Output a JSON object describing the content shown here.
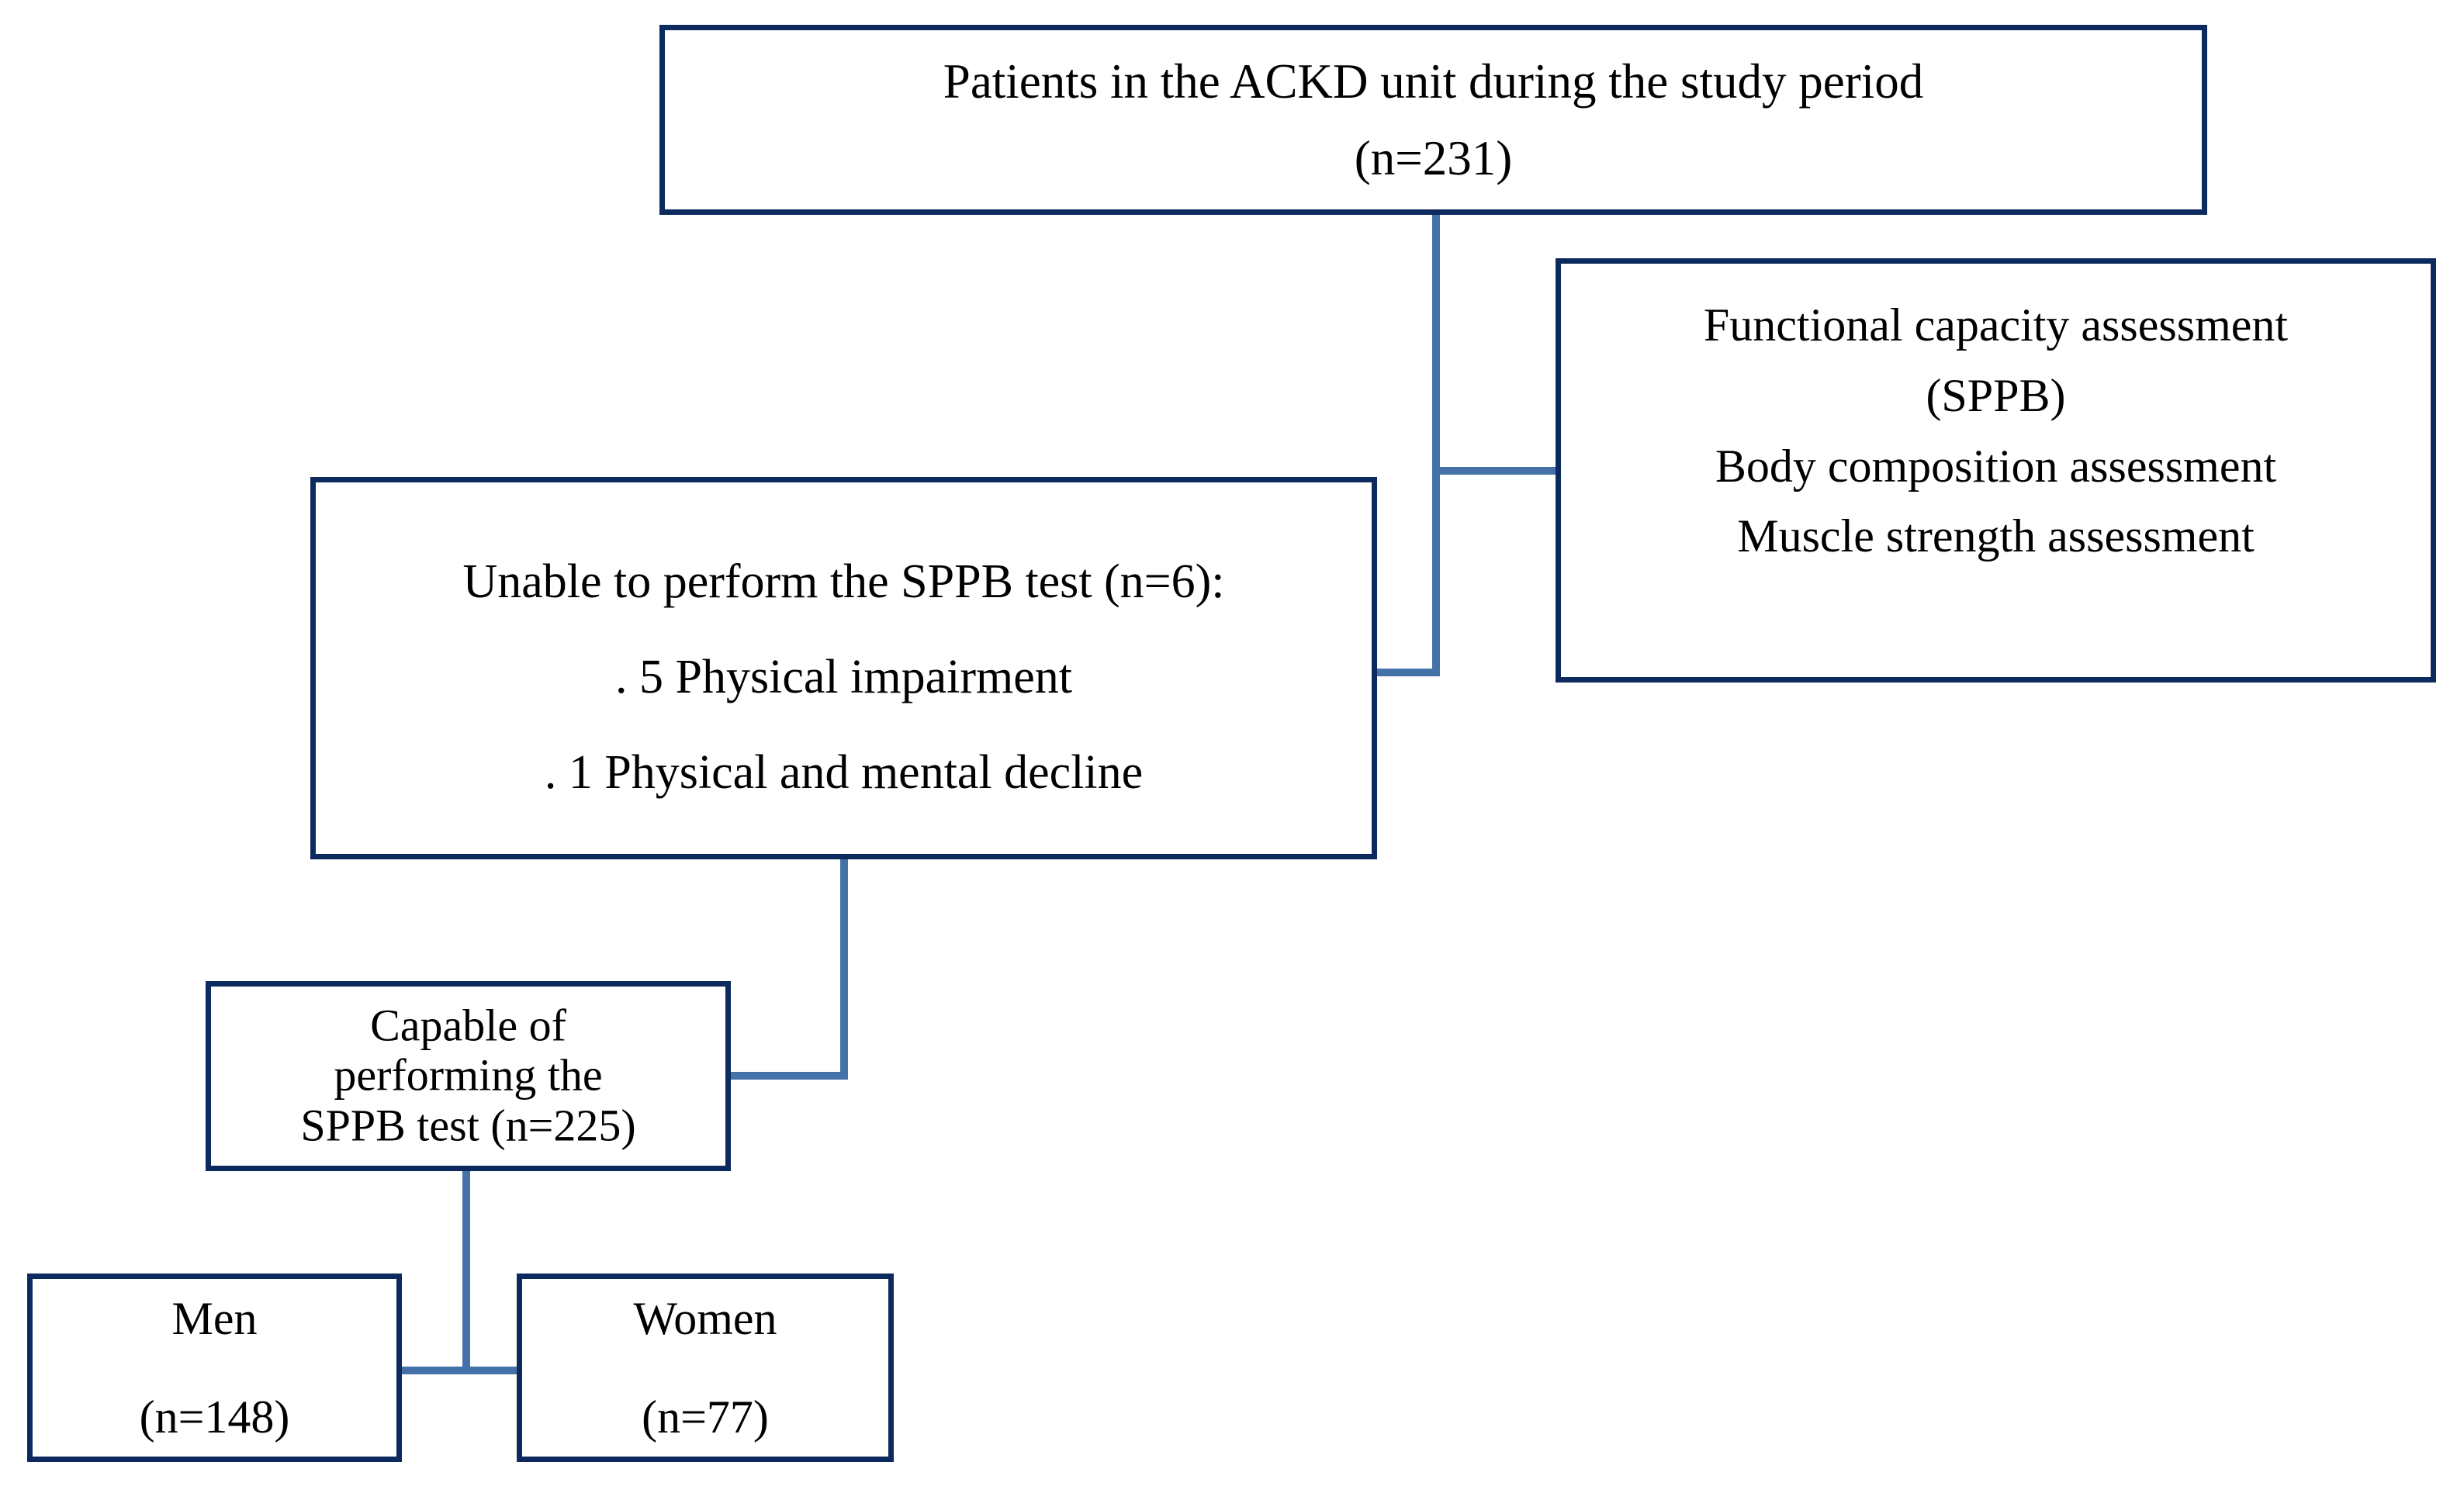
{
  "diagram": {
    "title": "ACKD unit study participant flow",
    "colors": {
      "box_border": "#0d2a5e",
      "connector": "#4472a8",
      "background": "#ffffff",
      "text": "#000000"
    },
    "nodes": {
      "enrolled": {
        "line1": "Patients in the ACKD unit during the study period",
        "line2": "(n=231)",
        "count": 231
      },
      "assessments": {
        "line1": "Functional capacity assessment",
        "line2": "(SPPB)",
        "line3": "Body composition assessment",
        "line4": "Muscle strength assessment"
      },
      "excluded": {
        "line1": "Unable to perform the SPPB test (n=6):",
        "line2": ". 5 Physical impairment",
        "line3": ". 1 Physical and mental decline",
        "count": 6,
        "reasons": [
          {
            "n": 5,
            "label": "Physical impairment"
          },
          {
            "n": 1,
            "label": "Physical and mental decline"
          }
        ]
      },
      "capable": {
        "line1": "Capable of",
        "line2": "performing the",
        "line3": "SPPB test (n=225)",
        "count": 225
      },
      "men": {
        "line1": "Men",
        "line2": "(n=148)",
        "count": 148
      },
      "women": {
        "line1": "Women",
        "line2": "(n=77)",
        "count": 77
      }
    }
  }
}
